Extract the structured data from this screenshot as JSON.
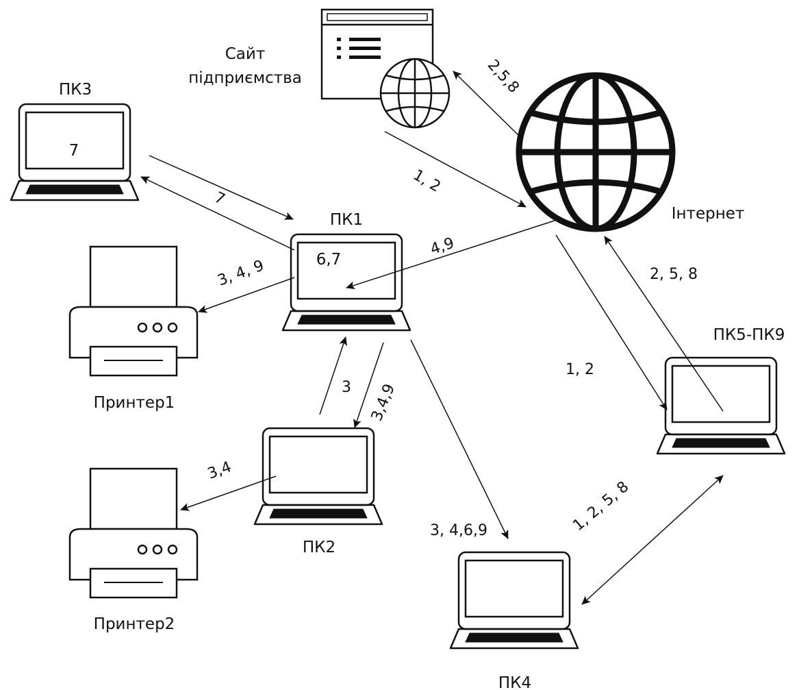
{
  "nodes": {
    "pc1": {
      "name": "ПК1",
      "screen_text": "6,7"
    },
    "pc2": {
      "name": "ПК2",
      "screen_text": ""
    },
    "pc3": {
      "name": "ПК3",
      "screen_text": "7"
    },
    "pc4": {
      "name": "ПК4",
      "screen_text": ""
    },
    "pc5_9": {
      "name": "ПК5-ПК9",
      "screen_text": ""
    },
    "printer1": {
      "name": "Принтер1"
    },
    "printer2": {
      "name": "Принтер2"
    },
    "website": {
      "name_line1": "Сайт",
      "name_line2": "підприємства"
    },
    "internet": {
      "name": "Інтернет"
    }
  },
  "edges": [
    {
      "id": "pc3-to-pc1",
      "label": ""
    },
    {
      "id": "pc1-to-pc3",
      "label": "7"
    },
    {
      "id": "pc1-to-printer1",
      "label": "3, 4, 9"
    },
    {
      "id": "pc2-to-pc1",
      "label": "3"
    },
    {
      "id": "pc1-to-pc2",
      "label": "3,4,9"
    },
    {
      "id": "pc2-to-printer2",
      "label": "3,4"
    },
    {
      "id": "pc1-to-pc4",
      "label": "3, 4,6,9"
    },
    {
      "id": "internet-to-pc1",
      "label": "4,9"
    },
    {
      "id": "website-to-internet",
      "label": "1, 2"
    },
    {
      "id": "internet-to-website",
      "label": "2,5,8"
    },
    {
      "id": "internet-to-pc5_9",
      "label": "1, 2"
    },
    {
      "id": "pc5_9-to-internet",
      "label": "2, 5, 8"
    },
    {
      "id": "pc4-pc5_9",
      "label": "1, 2, 5, 8"
    }
  ]
}
